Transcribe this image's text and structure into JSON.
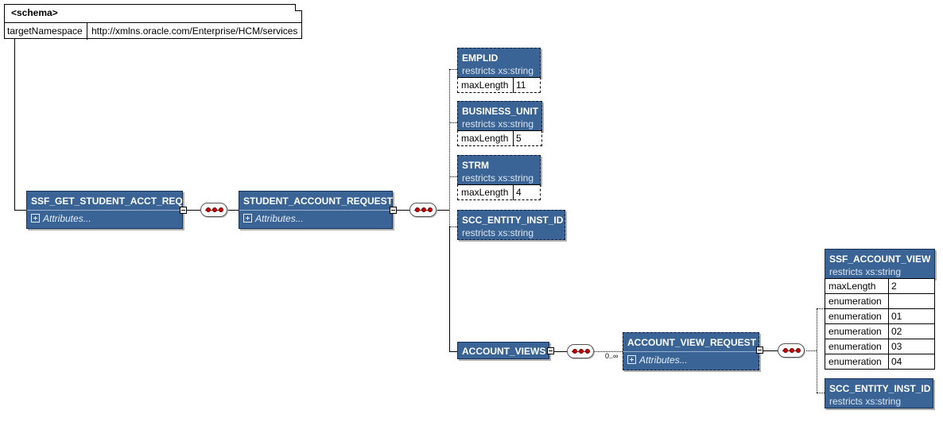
{
  "schema": {
    "title": "<schema>",
    "attr_name": "targetNamespace",
    "attr_value": "http://xmlns.oracle.com/Enterprise/HCM/services"
  },
  "root": {
    "name": "SSF_GET_STUDENT_ACCT_REQ",
    "attributes_label": "Attributes..."
  },
  "request": {
    "name": "STUDENT_ACCOUNT_REQUEST",
    "attributes_label": "Attributes..."
  },
  "emplid": {
    "name": "EMPLID",
    "restricts": "restricts xs:string",
    "facet_name": "maxLength",
    "facet_value": "11"
  },
  "business_unit": {
    "name": "BUSINESS_UNIT",
    "restricts": "restricts xs:string",
    "facet_name": "maxLength",
    "facet_value": "5"
  },
  "strm": {
    "name": "STRM",
    "restricts": "restricts xs:string",
    "facet_name": "maxLength",
    "facet_value": "4"
  },
  "scc_entity_1": {
    "name": "SCC_ENTITY_INST_ID",
    "restricts": "restricts xs:string"
  },
  "account_views": {
    "name": "ACCOUNT_VIEWS"
  },
  "occurrence": "0..∞",
  "account_view_request": {
    "name": "ACCOUNT_VIEW_REQUEST",
    "attributes_label": "Attributes..."
  },
  "ssf_account_view": {
    "name": "SSF_ACCOUNT_VIEW",
    "restricts": "restricts xs:string",
    "facets": [
      {
        "name": "maxLength",
        "value": "2"
      },
      {
        "name": "enumeration",
        "value": ""
      },
      {
        "name": "enumeration",
        "value": "01"
      },
      {
        "name": "enumeration",
        "value": "02"
      },
      {
        "name": "enumeration",
        "value": "03"
      },
      {
        "name": "enumeration",
        "value": "04"
      }
    ]
  },
  "scc_entity_2": {
    "name": "SCC_ENTITY_INST_ID",
    "restricts": "restricts xs:string"
  },
  "icons": {
    "collapse": "minus-toggle-icon",
    "sequence": "sequence-compositor-icon",
    "attributes": "plus-expand-icon"
  },
  "colors": {
    "element_fill": "#3a6495",
    "sequence_dot": "#cc0000"
  }
}
